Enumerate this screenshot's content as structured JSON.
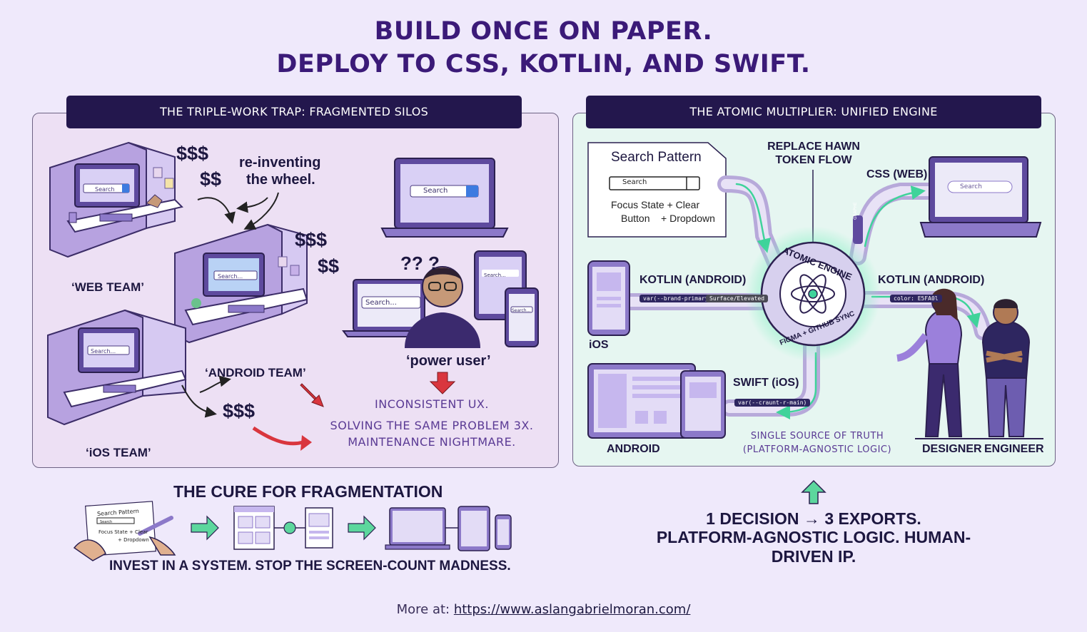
{
  "header": {
    "title_line1": "BUILD ONCE ON PAPER.",
    "title_line2": "DEPLOY TO CSS, KOTLIN, AND SWIFT."
  },
  "left": {
    "banner": "THE TRIPLE-WORK TRAP: FRAGMENTED SILOS",
    "money1": "$$$",
    "money2": "$$",
    "money3": "$$$",
    "money4": "$$",
    "money5": "$$$",
    "reinventing": "re-inventing\nthe wheel.",
    "web_team": "‘WEB TEAM’",
    "android_team": "‘ANDROID TEAM’",
    "ios_team": "‘iOS TEAM’",
    "power_user": "‘power user’",
    "qmarks": "?? ?",
    "search_web": "Search",
    "search_android": "Search...",
    "search_ios": "Search...",
    "search_laptop": "Search",
    "search_laptop2": "Search...",
    "search_tablet": "Search...",
    "search_phone": "Search...",
    "consequence1": "INCONSISTENT UX.",
    "consequence2": "SOLVING THE SAME PROBLEM 3X.",
    "consequence3": "MAINTENANCE NIGHTMARE."
  },
  "right": {
    "banner": "THE ATOMIC MULTIPLIER: UNIFIED ENGINE",
    "paper_title": "Search Pattern",
    "paper_search": "Search",
    "paper_note1": "Focus State + Clear",
    "paper_note2": "Button    + Dropdown",
    "flow_label": "REPLACE HAWN\nTOKEN FLOW",
    "css_label": "CSS (WEB)",
    "css_search": "Search",
    "engine_top": "ATOMIC ENGINE",
    "engine_bottom": "FIGMA + GITHUB SYNC",
    "kotlin_left": "KOTLIN (ANDROID)",
    "kotlin_right": "KOTLIN (ANDROID)",
    "token1": "var(--brand-primary)",
    "token2": "Surface/Elevated",
    "token3": "color: E5FA0l",
    "token4": "var(--craunt-r-main)",
    "pipe_tag": "GRAPHE",
    "ios_label": "iOS",
    "swift_label": "SWIFT (iOS)",
    "android_label": "ANDROID",
    "sst1": "SINGLE SOURCE OF TRUTH",
    "sst2": "(PLATFORM-AGNOSTIC LOGIC)",
    "designer": "DESIGNER",
    "engineer": "ENGINEER"
  },
  "cure": {
    "title": "THE CURE FOR FRAGMENTATION",
    "sketch_title": "Search Pattern",
    "sketch_search": "Search",
    "sketch_note1": "Focus State + Clear",
    "sketch_note2": "+ Dropdown",
    "tagline": "INVEST IN A SYSTEM. STOP THE SCREEN-COUNT MADNESS."
  },
  "decision": {
    "line1": "1 DECISION → 3 EXPORTS.",
    "line2": "PLATFORM-AGNOSTIC LOGIC. HUMAN-DRIVEN IP."
  },
  "footer": {
    "prefix": "More at:",
    "url": "https://www.aslangabrielmoran.com/"
  },
  "colors": {
    "background": "#efe9fb",
    "title": "#3b1a78",
    "banner": "#23174d",
    "left_panel": "#ede0f4",
    "right_panel": "#e6f6f1",
    "accent_purple": "#8a6fd1",
    "accent_green": "#3fd39a",
    "alert_red": "#d9363e"
  }
}
